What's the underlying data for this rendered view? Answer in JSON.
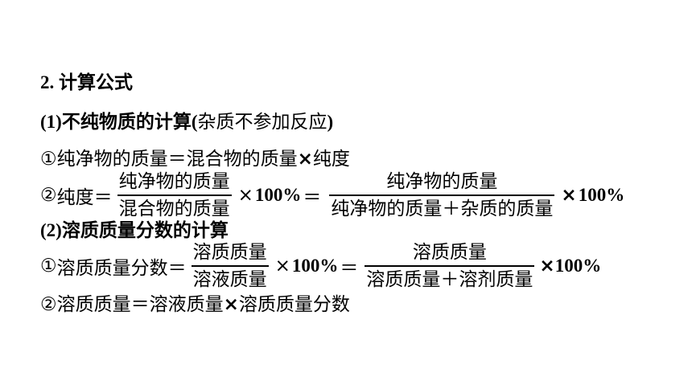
{
  "section_title": "2. 计算公式",
  "part1": {
    "heading_num": "(1)",
    "heading_main": "不纯物质的计算",
    "heading_paren_open": "(",
    "heading_note": "杂质不参加反应",
    "heading_paren_close": ")",
    "line1_marker": "①",
    "line1_text": "纯净物的质量＝混合物的质量",
    "line1_times": "×",
    "line1_end": "纯度",
    "line2_marker": "②",
    "line2_lhs": "纯度＝",
    "frac1_num": "纯净物的质量",
    "frac1_den": "混合物的质量",
    "mult1": "×",
    "pct1": "100%",
    "eq1": "＝",
    "frac2_num": "纯净物的质量",
    "frac2_den_a": "纯净物的质量",
    "frac2_den_plus": "＋",
    "frac2_den_b": "杂质的质量",
    "mult2": "×",
    "pct2": "100%"
  },
  "part2": {
    "heading_num": "(2)",
    "heading_main": "溶质质量分数的计算",
    "line1_marker": "①",
    "line1_lhs": "溶质质量分数＝",
    "frac1_num": "溶质质量",
    "frac1_den": "溶液质量",
    "mult1": "×",
    "pct1": "100%",
    "eq1": "＝",
    "frac2_num": "溶质质量",
    "frac2_den_a": "溶质质量",
    "frac2_den_plus": "＋",
    "frac2_den_b": "溶剂质量",
    "mult2": "×",
    "pct2": "100%",
    "line2_marker": "②",
    "line2_text": "溶质质量＝溶液质量",
    "line2_times": "×",
    "line2_end": "溶质质量分数"
  }
}
